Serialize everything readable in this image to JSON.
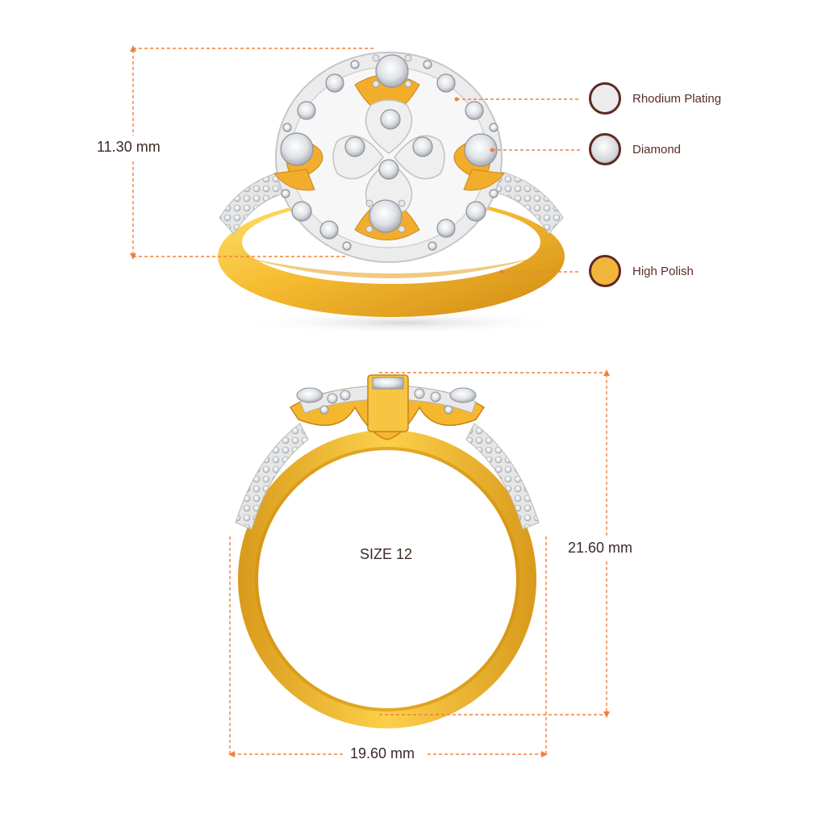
{
  "top_view": {
    "height_label": "11.30 mm"
  },
  "legend": [
    {
      "label": "Rhodium Plating",
      "color": "#ececec"
    },
    {
      "label": "Diamond",
      "color": "#e4e6ea"
    },
    {
      "label": "High Polish",
      "color": "#f2b53c"
    }
  ],
  "side_view": {
    "size_label": "SIZE 12",
    "height_label": "21.60 mm",
    "width_label": "19.60 mm"
  },
  "colors": {
    "dimension_line": "#f0803c",
    "gold_light": "#fcd24a",
    "gold_mid": "#f5b52e",
    "gold_dark": "#c88616",
    "metal_white": "#ededed",
    "label_text": "#5a2d26"
  }
}
